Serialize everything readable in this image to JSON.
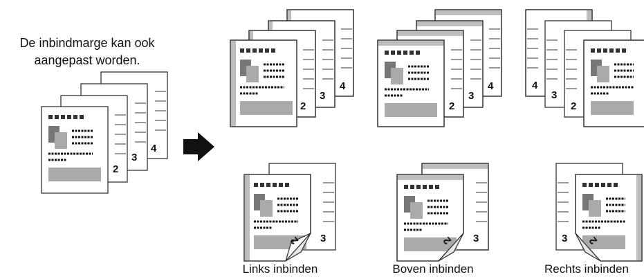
{
  "intro": {
    "line1": "De inbindmarge kan ook",
    "line2": "aangepast worden."
  },
  "page_numbers": {
    "p2": "2",
    "p3": "3",
    "p4": "4"
  },
  "captions": {
    "left": "Links inbinden",
    "top": "Boven inbinden",
    "right": "Rechts inbinden"
  },
  "colors": {
    "outline": "#333333",
    "margin_gray": "#bdbdbd",
    "block_gray": "#aaaaaa",
    "dark_square": "#777777",
    "text_ink": "#111111"
  },
  "icons": {
    "arrow": "right-arrow-icon"
  }
}
